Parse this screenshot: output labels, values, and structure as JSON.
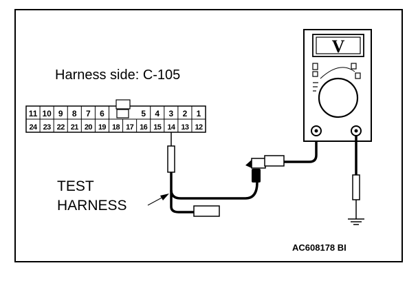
{
  "harness_label": "Harness side: C-105",
  "connector": {
    "top_row": [
      "11",
      "10",
      "9",
      "8",
      "7",
      "6",
      "",
      "",
      "5",
      "4",
      "3",
      "2",
      "1"
    ],
    "bottom_row": [
      "24",
      "23",
      "22",
      "21",
      "20",
      "19",
      "18",
      "17",
      "16",
      "15",
      "14",
      "13",
      "12"
    ]
  },
  "test_harness_label_line1": "TEST",
  "test_harness_label_line2": "HARNESS",
  "meter_display": "V",
  "figure_id": "AC608178 BI"
}
